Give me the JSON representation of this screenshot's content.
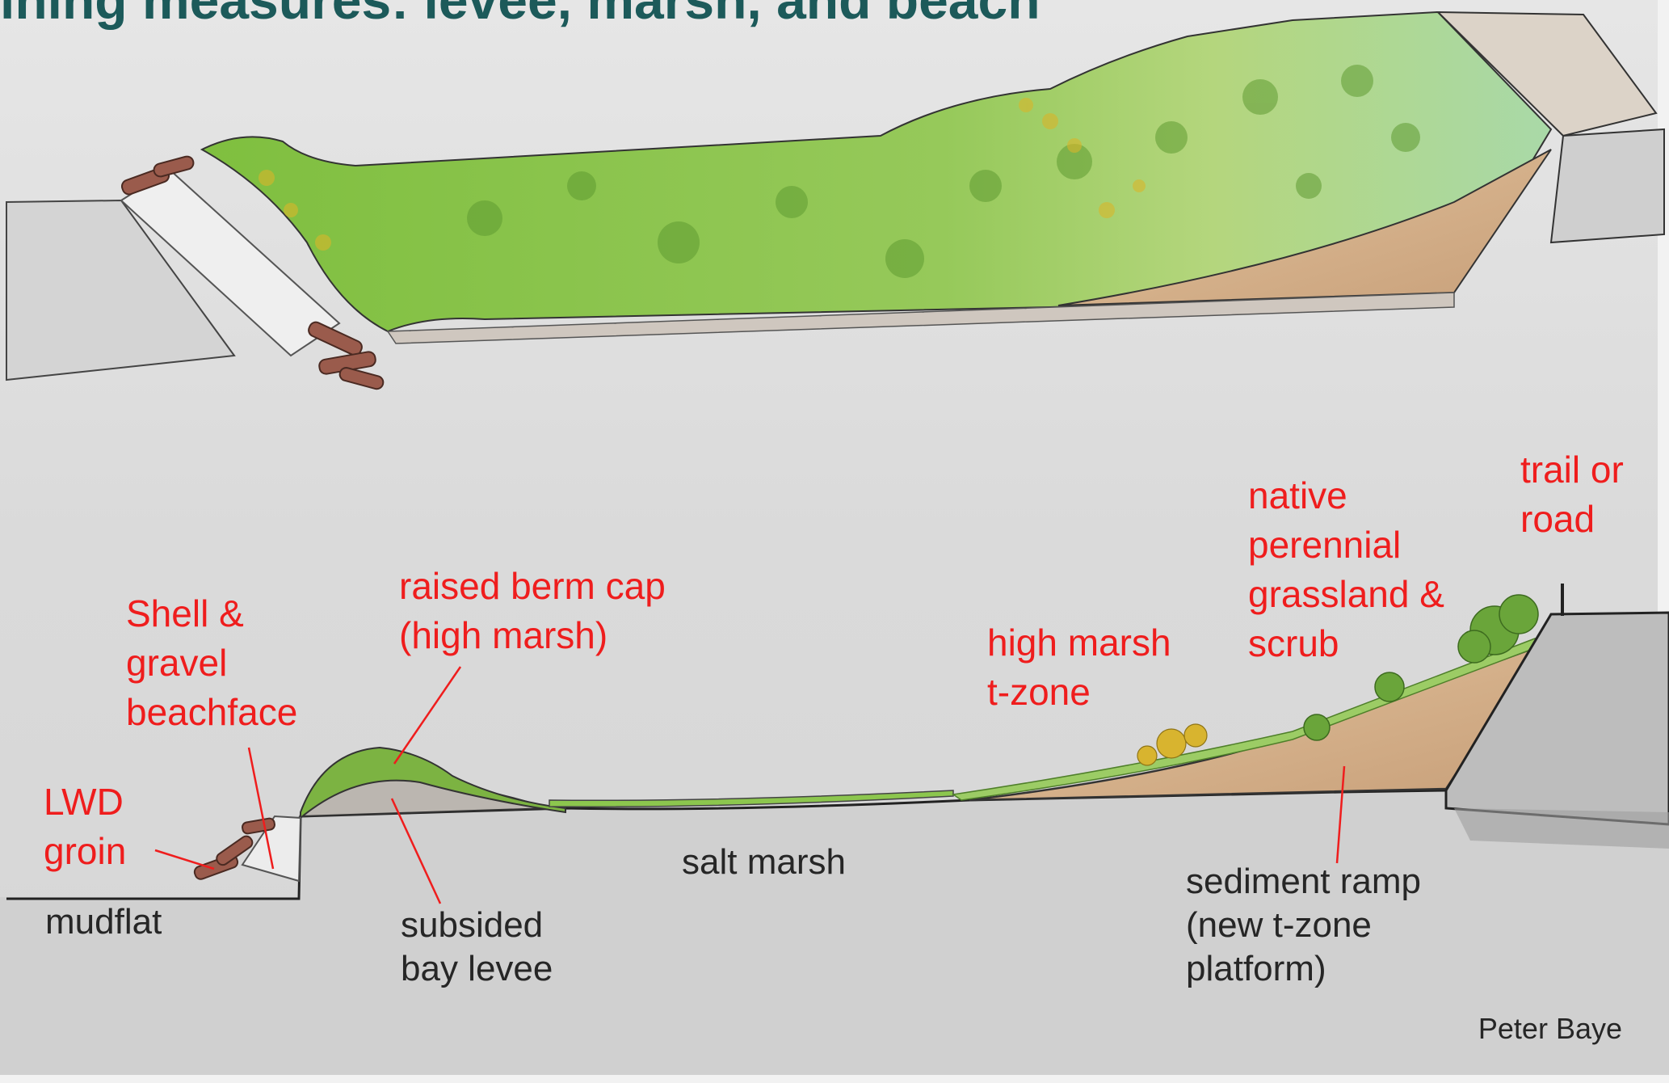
{
  "title": "ining measures: levee, marsh, and beach",
  "labels": {
    "lwd_groin": "LWD\ngroin",
    "shell_gravel": "Shell &\ngravel\nbeachface",
    "raised_berm": "raised berm cap\n(high marsh)",
    "high_marsh_tzone": "high marsh\nt-zone",
    "native_perennial": "native\nperennial\ngrassland &\nscrub",
    "trail_or_road": "trail or\nroad",
    "mudflat": "mudflat",
    "subsided_levee": "subsided\nbay levee",
    "salt_marsh": "salt marsh",
    "sediment_ramp": "sediment ramp\n(new t-zone\nplatform)"
  },
  "credit": "Peter Baye",
  "colors": {
    "label_red": "#ef1d1d",
    "label_dark": "#262626",
    "title": "#1c5a5a",
    "water": "#dcdcdc",
    "marsh_green": "#8cc64e",
    "sediment": "#d8b48a",
    "levee_gray": "#bdbdbd"
  }
}
